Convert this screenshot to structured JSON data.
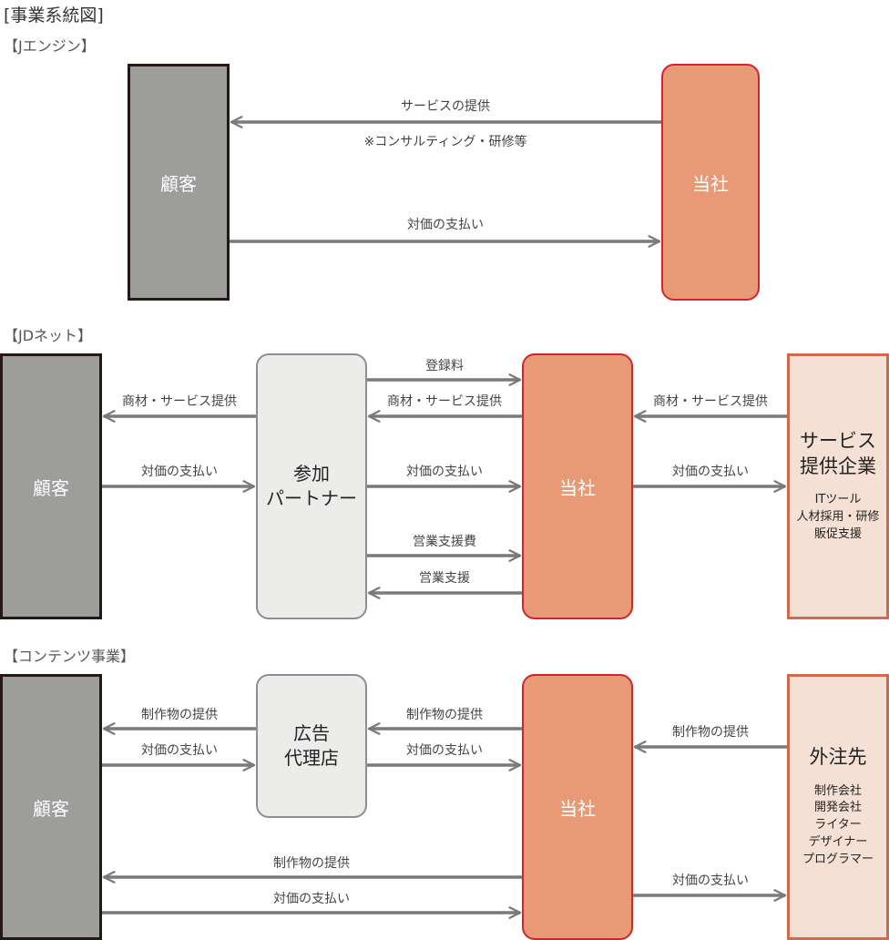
{
  "title": "[事業系統図]",
  "sections": {
    "jengine": {
      "heading": "【Jエンジン】",
      "customer": "顧客",
      "company": "当社",
      "flows": {
        "service": "サービスの提供",
        "note": "※コンサルティング・研修等",
        "payment": "対価の支払い"
      }
    },
    "jdnet": {
      "heading": "【JDネット】",
      "customer": "顧客",
      "partner": [
        "参加",
        "パートナー"
      ],
      "company": "当社",
      "provider": {
        "name": [
          "サービス",
          "提供企業"
        ],
        "desc": [
          "ITツール",
          "人材採用・研修",
          "販促支援"
        ]
      },
      "flows": {
        "cust_goods": "商材・サービス提供",
        "cust_pay": "対価の支払い",
        "reg_fee": "登録料",
        "co_goods": "商材・サービス提供",
        "co_pay": "対価の支払い",
        "sales_fee": "営業支援費",
        "sales_support": "営業支援",
        "prov_goods": "商材・サービス提供",
        "prov_pay": "対価の支払い"
      }
    },
    "contents": {
      "heading": "【コンテンツ事業】",
      "customer": "顧客",
      "agency": [
        "広告",
        "代理店"
      ],
      "company": "当社",
      "outsource": {
        "name": "外注先",
        "desc": [
          "制作会社",
          "開発会社",
          "ライター",
          "デザイナー",
          "プログラマー"
        ]
      },
      "flows": {
        "agency_prod": "制作物の提供",
        "agency_pay": "対価の支払い",
        "co_prod": "制作物の提供",
        "co_pay": "対価の支払い",
        "direct_prod": "制作物の提供",
        "direct_pay": "対価の支払い",
        "out_prod": "制作物の提供",
        "out_pay": "対価の支払い"
      }
    }
  },
  "colors": {
    "arrow": "#7a7a7a",
    "customer_fill": "#9d9e9c",
    "company_fill": "#e89a76",
    "company_border": "#d0242f",
    "partner_fill": "#ecedeb",
    "provider_fill": "#f5e0d5",
    "provider_border": "#d2694a"
  }
}
